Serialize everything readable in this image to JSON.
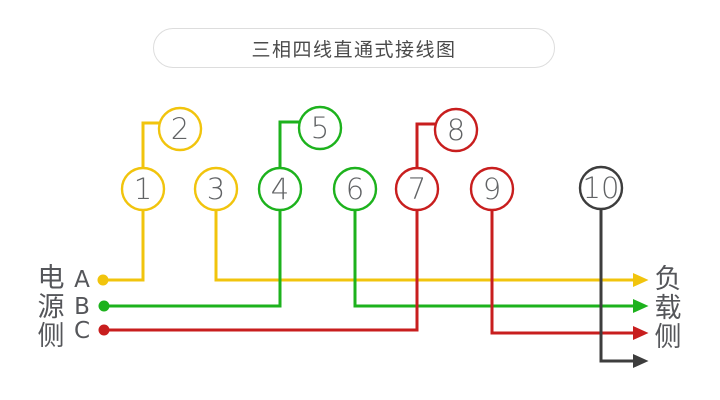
{
  "title": "三相四线直通式接线图",
  "source_side": {
    "label": "电源侧",
    "phases": [
      "A",
      "B",
      "C"
    ]
  },
  "load_side": {
    "label": "负载侧"
  },
  "terminals": [
    "1",
    "2",
    "3",
    "4",
    "5",
    "6",
    "7",
    "8",
    "9",
    "10"
  ],
  "colors": {
    "phase_a": "#F1C40D",
    "phase_b": "#1DB21D",
    "phase_c": "#C81E1E",
    "neutral": "#3D3D3D"
  }
}
